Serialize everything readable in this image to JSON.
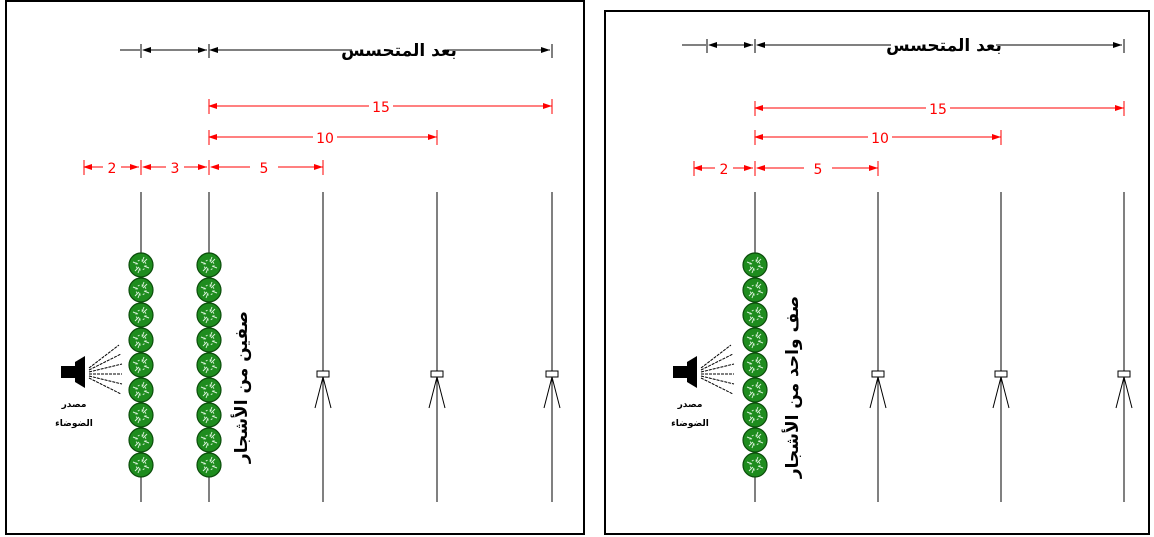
{
  "panels": [
    {
      "distance_label": "بعد المتحسس",
      "rows_label": "صفين من الأشجار",
      "source_label_1": "مصدر",
      "source_label_2": "الضوضاء",
      "dims": [
        "2",
        "3",
        "5",
        "10",
        "15"
      ]
    },
    {
      "distance_label": "بعد المتحسس",
      "rows_label": "صف واحد من الأشجار",
      "source_label_1": "مصدر",
      "source_label_2": "الضوضاء",
      "dims": [
        "2",
        "5",
        "10",
        "15"
      ]
    }
  ],
  "colors": {
    "dimension": "#ff0000",
    "tree": "#1a8a1a",
    "line": "#000000"
  }
}
